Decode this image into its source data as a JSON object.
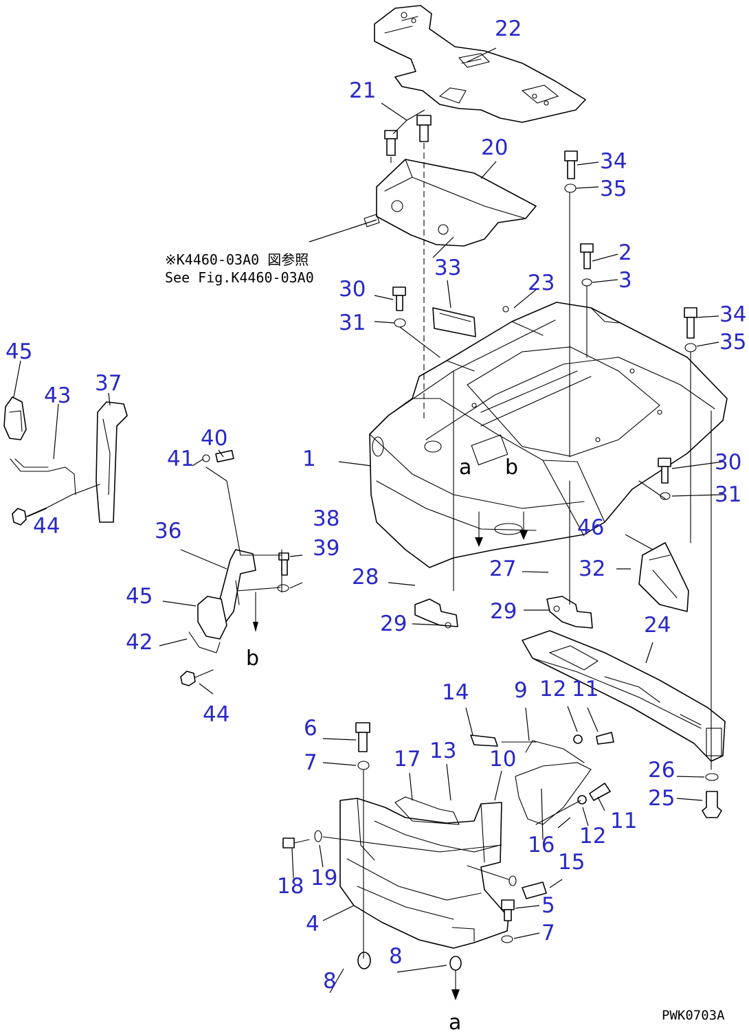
{
  "figure_code": "PWK0703A",
  "reference_note": {
    "line1": "※K4460-03A0 図参照",
    "line2": "See Fig.K4460-03A0"
  },
  "markers": {
    "a": "a",
    "b": "b"
  },
  "colors": {
    "callout": "#2828c8",
    "line": "#000000"
  },
  "callouts": {
    "c1": "1",
    "c2": "2",
    "c3": "3",
    "c4": "4",
    "c5": "5",
    "c6": "6",
    "c7a": "7",
    "c7b": "7",
    "c8a": "8",
    "c8b": "8",
    "c9": "9",
    "c10": "10",
    "c11a": "11",
    "c11b": "11",
    "c12a": "12",
    "c12b": "12",
    "c13": "13",
    "c14": "14",
    "c15": "15",
    "c16": "16",
    "c17": "17",
    "c18": "18",
    "c19": "19",
    "c20": "20",
    "c21": "21",
    "c22": "22",
    "c23": "23",
    "c24": "24",
    "c25": "25",
    "c26": "26",
    "c27": "27",
    "c28": "28",
    "c29a": "29",
    "c29b": "29",
    "c30a": "30",
    "c30b": "30",
    "c31a": "31",
    "c31b": "31",
    "c32": "32",
    "c33": "33",
    "c34a": "34",
    "c34b": "34",
    "c35a": "35",
    "c35b": "35",
    "c36": "36",
    "c37": "37",
    "c38": "38",
    "c39": "39",
    "c40": "40",
    "c41": "41",
    "c42": "42",
    "c43": "43",
    "c44a": "44",
    "c44b": "44",
    "c45a": "45",
    "c45b": "45",
    "c46": "46"
  }
}
